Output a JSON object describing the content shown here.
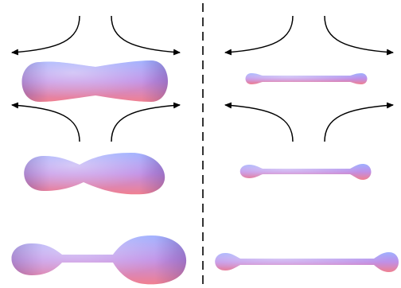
{
  "figure": {
    "background": "#ffffff",
    "divider": {
      "style": "dashed",
      "color": "#000000"
    },
    "arrow_color": "#000000",
    "shading": {
      "top_color": "#9fb0ff",
      "mid_color": "#c08fe6",
      "bottom_color": "#f08090",
      "shadow_color": "#5a3a8a"
    },
    "panels": [
      {
        "name": "left",
        "stages": [
          "elongated-capsule",
          "asymmetric-dumbbell",
          "pinching-dumbbell"
        ],
        "flow_arrows": [
          "extensional-flow-top",
          "extensional-flow-middle"
        ]
      },
      {
        "name": "right",
        "stages": [
          "thin-thread",
          "thread-with-end-bulbs",
          "long-thread-with-end-bulbs"
        ],
        "flow_arrows": [
          "extensional-flow-top",
          "extensional-flow-middle"
        ]
      }
    ]
  }
}
